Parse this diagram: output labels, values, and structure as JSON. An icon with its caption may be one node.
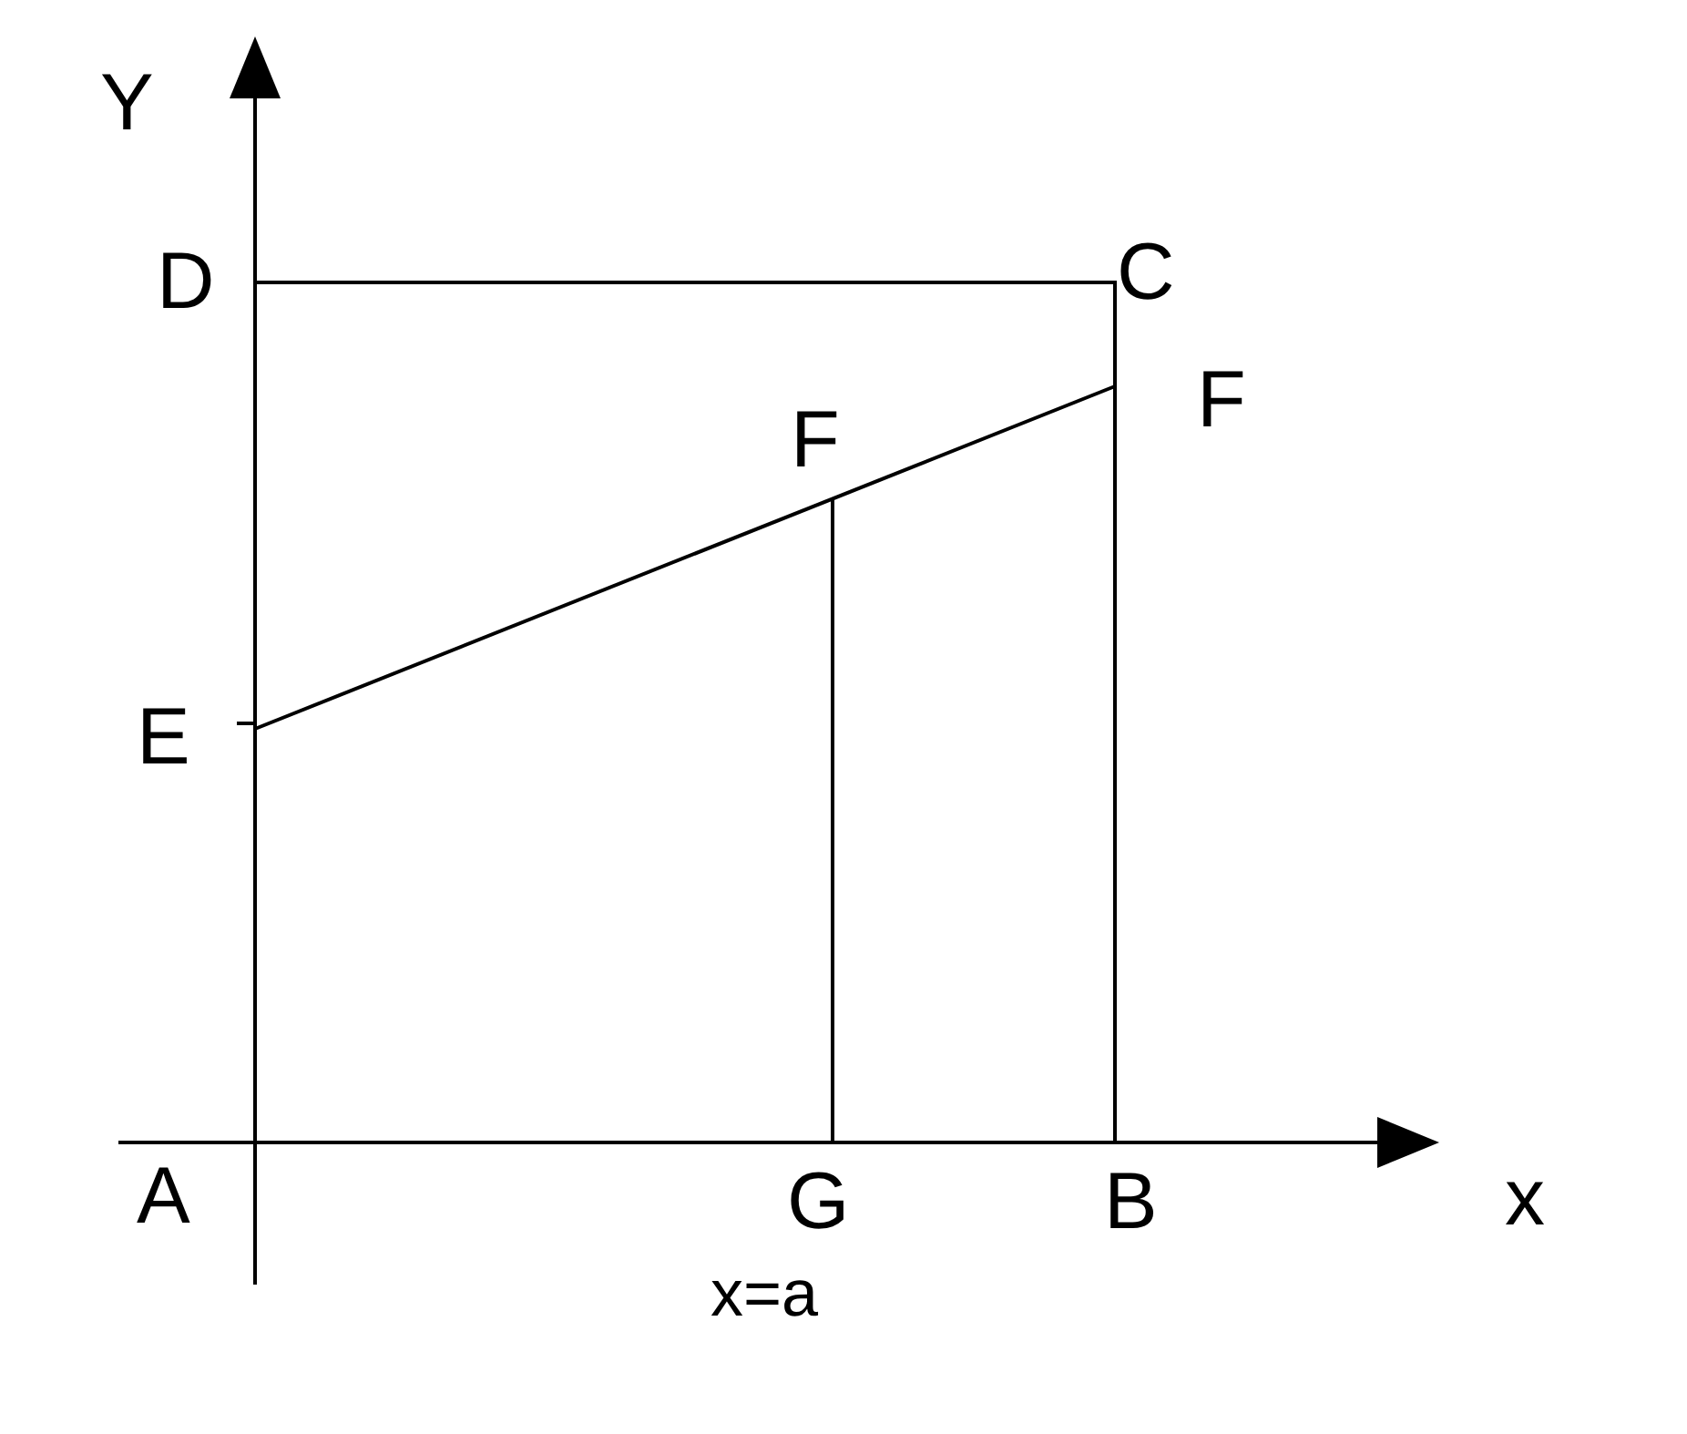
{
  "diagram": {
    "labels": [
      "Y",
      "D",
      "C",
      "F",
      "F",
      "E",
      "A",
      "G",
      "B",
      "x",
      "x=a"
    ]
  }
}
